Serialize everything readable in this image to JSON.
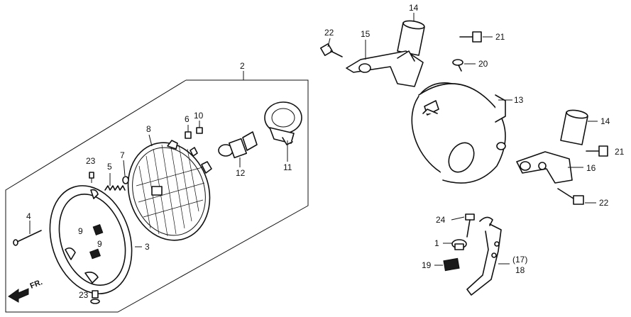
{
  "diagram": {
    "labels": {
      "l1": "1",
      "l2": "2",
      "l3": "3",
      "l4": "4",
      "l5": "5",
      "l6": "6",
      "l7": "7",
      "l8": "8",
      "l9a": "9",
      "l9b": "9",
      "l10": "10",
      "l11": "11",
      "l12": "12",
      "l13": "13",
      "l14a": "14",
      "l14b": "14",
      "l15": "15",
      "l16": "16",
      "l17": "(17)",
      "l18": "18",
      "l19": "19",
      "l20": "20",
      "l21a": "21",
      "l21b": "21",
      "l22a": "22",
      "l22b": "22",
      "l23a": "23",
      "l23b": "23",
      "l24": "24"
    },
    "direction_marker": "FR."
  }
}
